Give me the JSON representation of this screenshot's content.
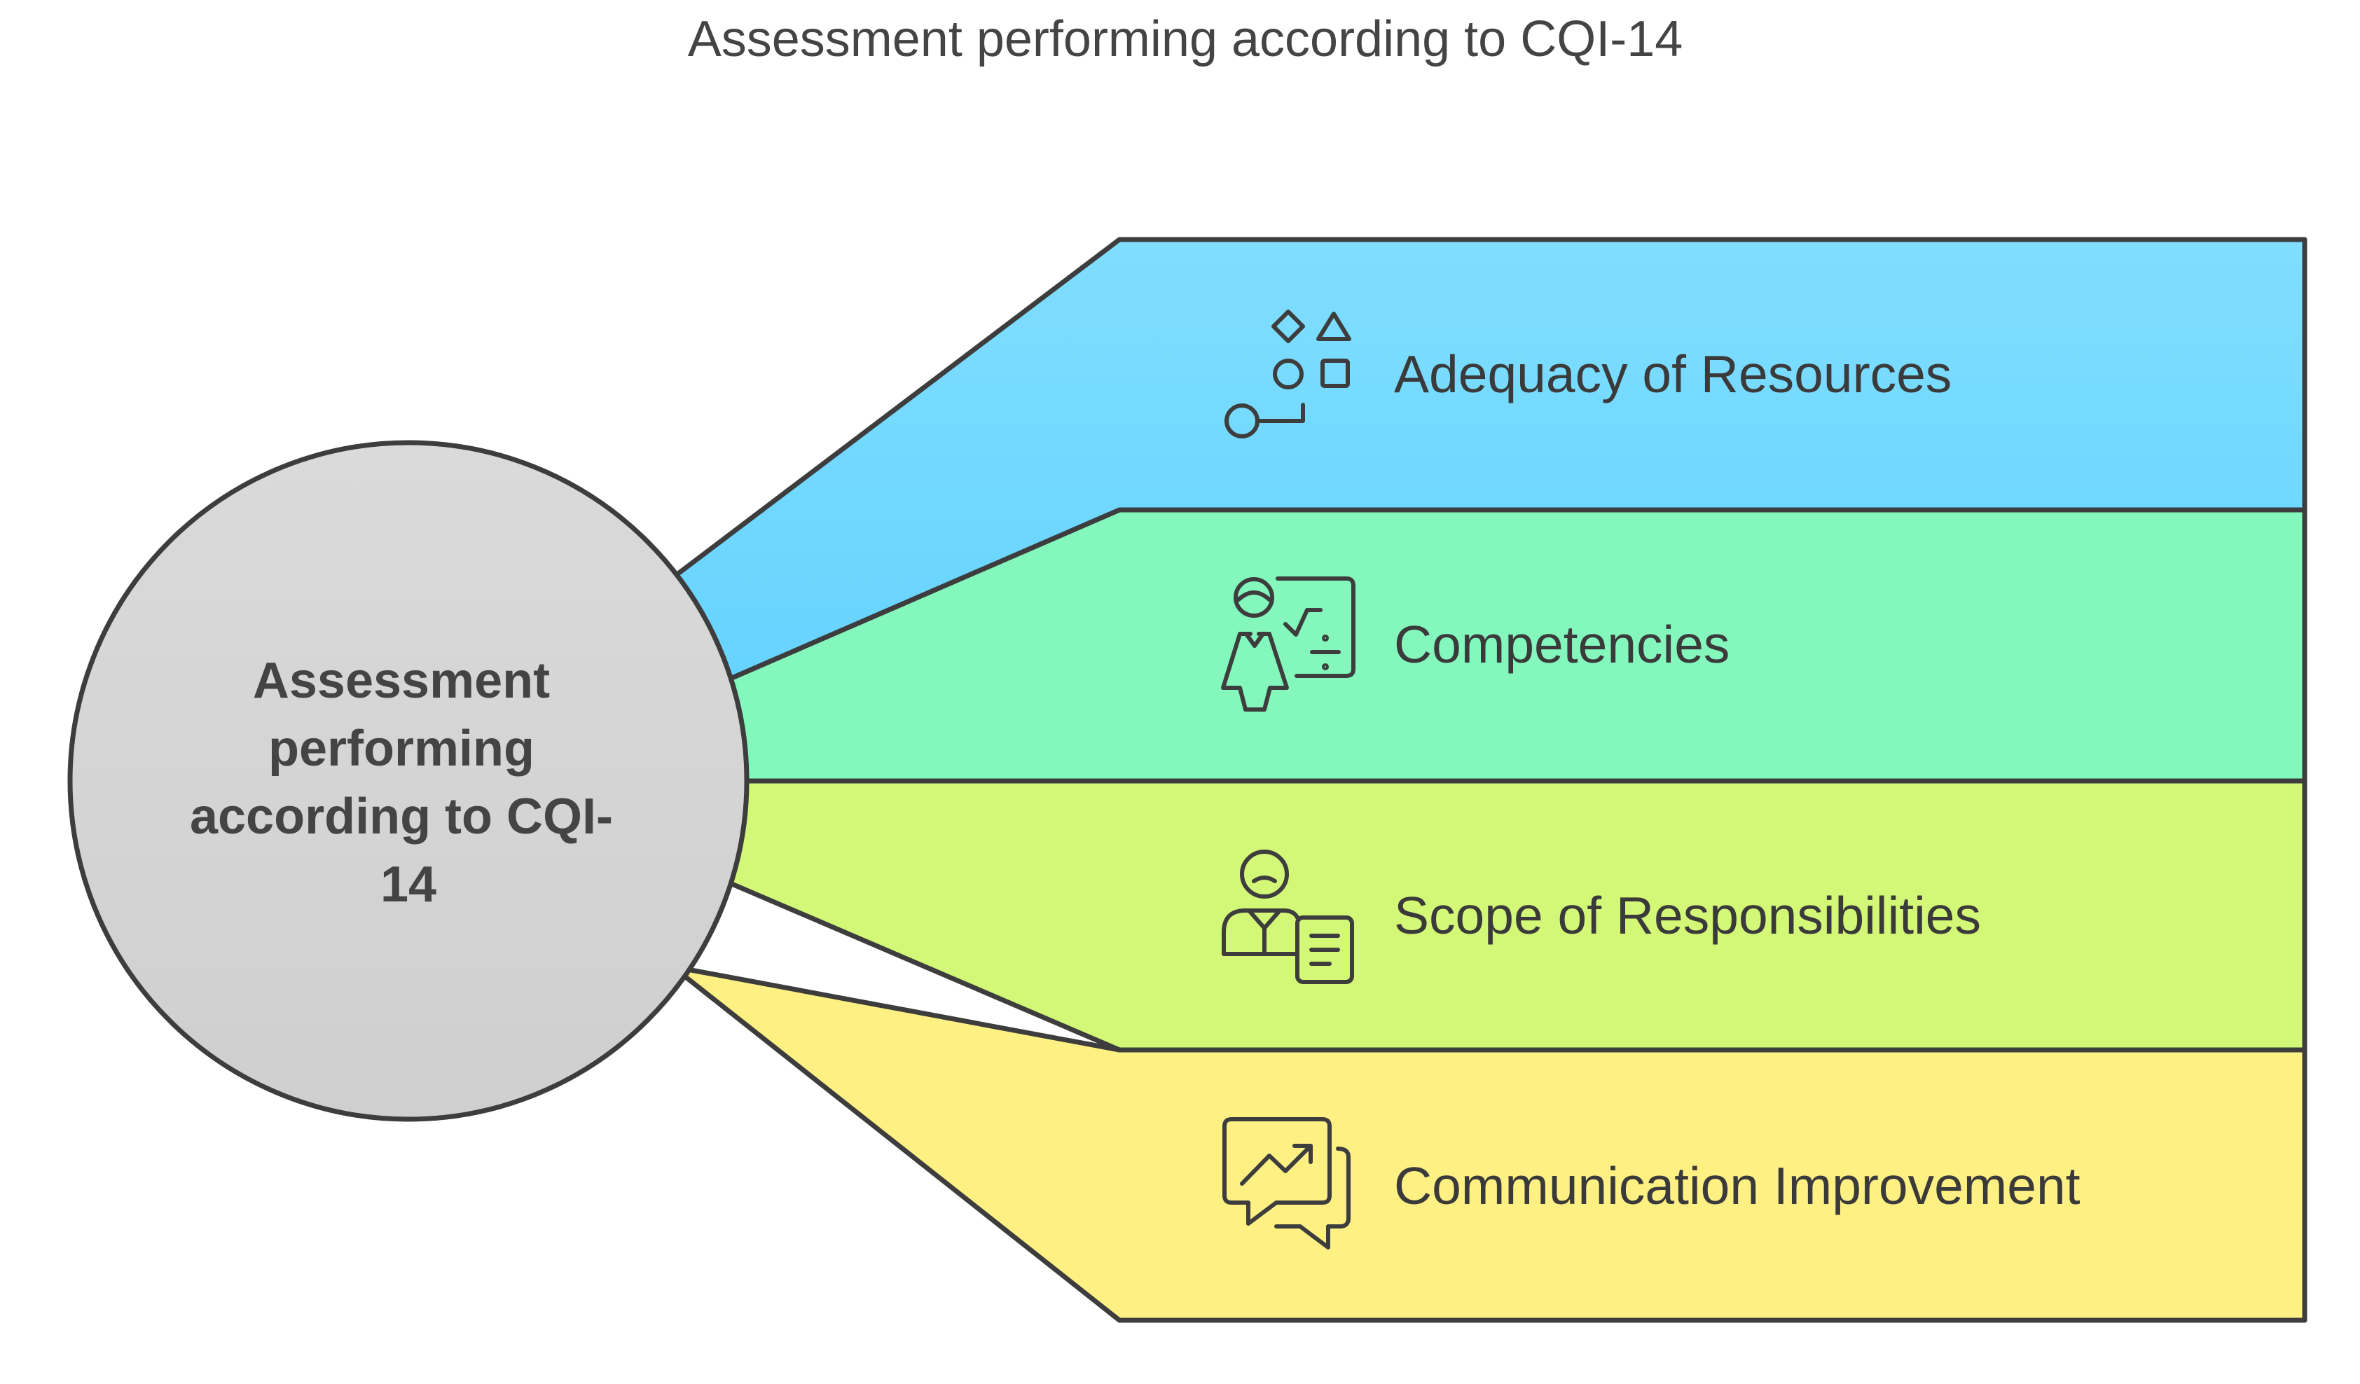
{
  "title": "Assessment performing according to CQI-14",
  "center": {
    "lines": [
      "Assessment",
      "performing",
      "according to CQI-",
      "14"
    ],
    "color": "#d6d6d6"
  },
  "items": [
    {
      "label": "Adequacy of Resources",
      "icon": "shapes-key-icon",
      "color": "#7ddcff"
    },
    {
      "label": "Competencies",
      "icon": "teacher-board-icon",
      "color": "#84f7bd"
    },
    {
      "label": "Scope of Responsibilities",
      "icon": "person-document-icon",
      "color": "#d3f877"
    },
    {
      "label": "Communication Improvement",
      "icon": "chat-trend-icon",
      "color": "#fff084"
    }
  ]
}
